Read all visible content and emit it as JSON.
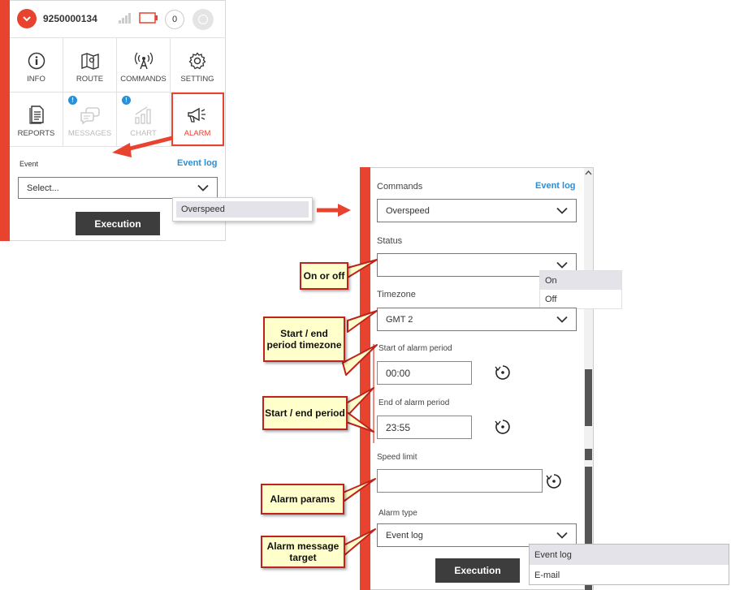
{
  "left_panel": {
    "phone": "9250000134",
    "counter": "0",
    "tiles": [
      {
        "label": "INFO",
        "icon": "info-icon",
        "enabled": true
      },
      {
        "label": "ROUTE",
        "icon": "map-icon",
        "enabled": true
      },
      {
        "label": "COMMANDS",
        "icon": "antenna-icon",
        "enabled": true
      },
      {
        "label": "SETTING",
        "icon": "gear-icon",
        "enabled": true
      },
      {
        "label": "REPORTS",
        "icon": "document-icon",
        "enabled": true
      },
      {
        "label": "MESSAGES",
        "icon": "chat-icon",
        "enabled": false
      },
      {
        "label": "CHART",
        "icon": "chart-icon",
        "enabled": false
      },
      {
        "label": "ALARM",
        "icon": "megaphone-icon",
        "enabled": true,
        "selected": true
      }
    ],
    "event_label": "Event",
    "event_log_link": "Event log",
    "select_value": "Select...",
    "execute_label": "Execution",
    "dropdown_option": "Overspeed"
  },
  "right_panel": {
    "commands_label": "Commands",
    "event_log_link": "Event log",
    "commands_value": "Overspeed",
    "status_label": "Status",
    "status_value": "",
    "status_options": [
      "On",
      "Off"
    ],
    "timezone_label": "Timezone",
    "timezone_value": "GMT 2",
    "start_label": "Start of alarm period",
    "start_value": "00:00",
    "end_label": "End of alarm period",
    "end_value": "23:55",
    "speed_label": "Speed limit",
    "speed_value": "",
    "alarm_type_label": "Alarm type",
    "alarm_type_value": "Event log",
    "alarm_type_options": [
      "Event log",
      "E-mail"
    ],
    "execute_label": "Execution"
  },
  "callouts": {
    "on_off": "On or off",
    "timezone": "Start / end period timezone",
    "period": "Start / end period",
    "params": "Alarm params",
    "target": "Alarm message target"
  },
  "colors": {
    "accent_red": "#e8432f",
    "link_blue": "#2a8fd6",
    "callout_fill": "#ffffcc",
    "button_dark": "#3d3d3d"
  }
}
